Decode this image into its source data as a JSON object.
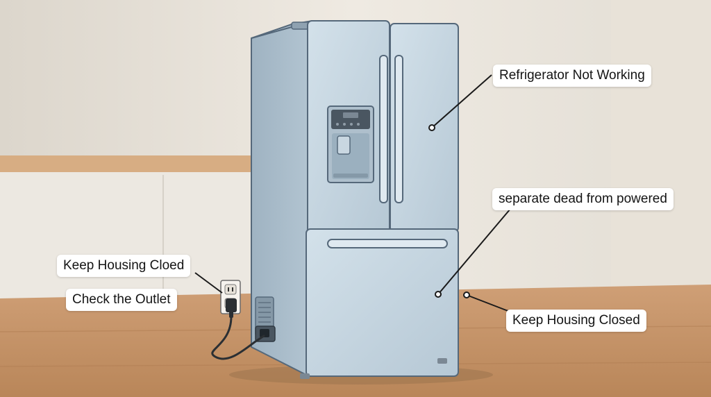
{
  "callouts": {
    "refrigerator_not_working": "Refrigerator Not Working",
    "separate_dead_from_powered": "separate dead from powered",
    "keep_housing_cloed": "Keep Housing Cloed",
    "check_the_outlet": "Check the Outlet",
    "keep_housing_closed": "Keep Housing Closed"
  },
  "colors": {
    "wall": "#e9e4dc",
    "floor": "#c7946a",
    "fridge_body": "#b9cbd8",
    "fridge_door": "#c9d9e4",
    "label_bg": "#ffffff",
    "leader_line": "#1a1a1a"
  },
  "icons": {
    "appliance": "french-door-refrigerator",
    "outlet": "wall-outlet-icon",
    "plug": "power-plug-icon"
  }
}
